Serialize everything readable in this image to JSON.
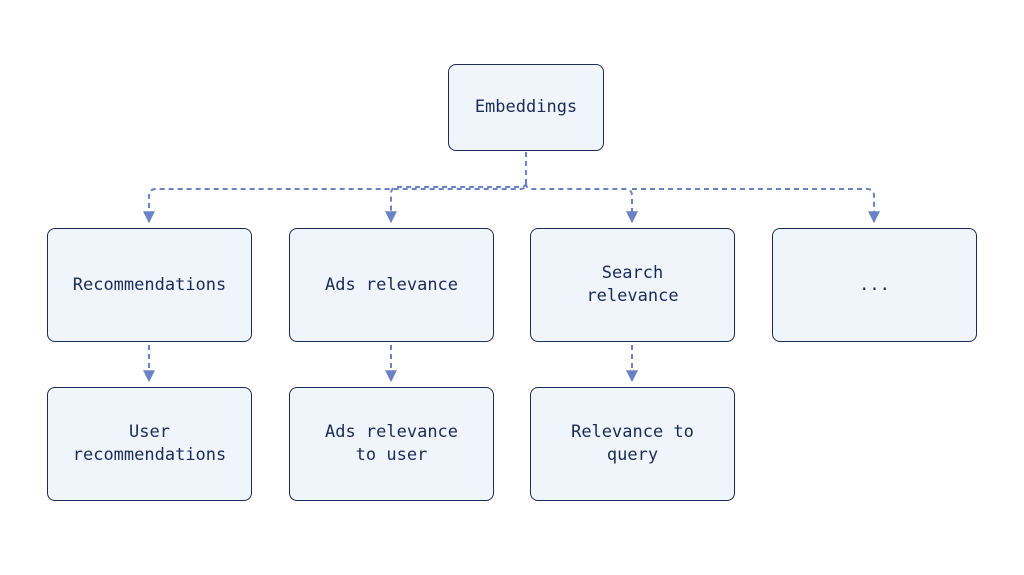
{
  "diagram": {
    "root": {
      "label": "Embeddings"
    },
    "applications": [
      {
        "label": "Recommendations"
      },
      {
        "label": "Ads relevance"
      },
      {
        "label": "Search\nrelevance"
      },
      {
        "label": "..."
      }
    ],
    "specific_uses": [
      {
        "label": "User\nrecommendations"
      },
      {
        "label": "Ads relevance\nto user"
      },
      {
        "label": "Relevance to\nquery"
      }
    ]
  },
  "colors": {
    "connector": "#6b82c4",
    "node_fill": "#f0f5fc",
    "node_border": "#1b2a57",
    "text": "#1b2a57"
  }
}
